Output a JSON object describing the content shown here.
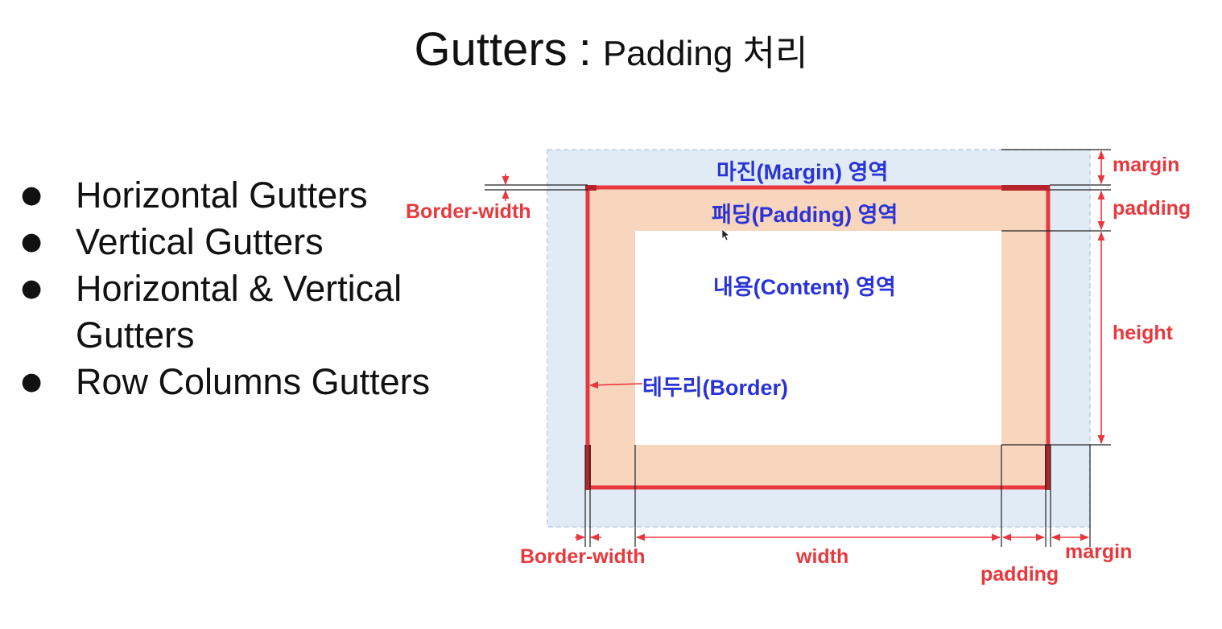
{
  "title": {
    "main": "Gutters",
    "separator": ":",
    "sub": "Padding 처리"
  },
  "bullets": [
    "Horizontal Gutters",
    "Vertical Gutters",
    "Horizontal & Vertical Gutters",
    "Row Columns Gutters"
  ],
  "diagram": {
    "areas": {
      "margin": "마진(Margin) 영역",
      "padding": "패딩(Padding) 영역",
      "content": "내용(Content) 영역",
      "border": "테두리(Border)"
    },
    "dimensions": {
      "border_width_left": "Border-width",
      "border_width_bottom": "Border-width",
      "width": "width",
      "padding_bottom": "padding",
      "margin_bottom": "margin",
      "margin_right": "margin",
      "padding_right": "padding",
      "height_right": "height"
    },
    "colors": {
      "margin_fill": "#e1ebf6",
      "padding_fill": "#f8d5bd",
      "border": "#e8383d",
      "label_blue": "#2a34d6",
      "label_red": "#e8383d"
    }
  }
}
